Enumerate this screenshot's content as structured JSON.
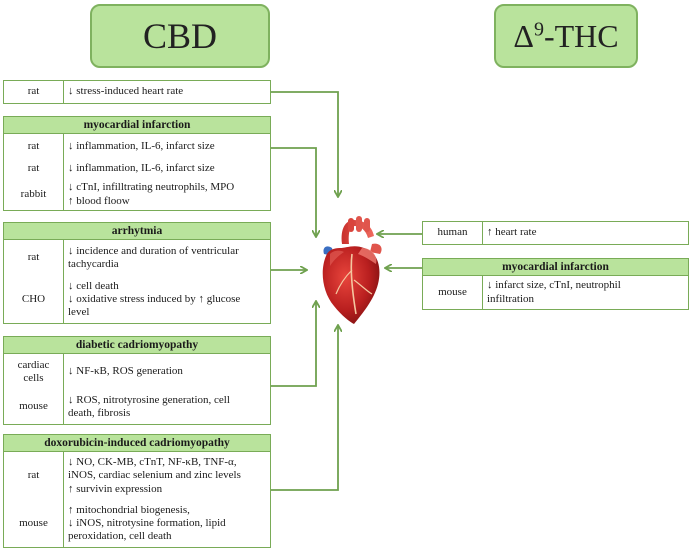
{
  "titles": {
    "cbd": "CBD",
    "thc_prefix": "Δ",
    "thc_sup": "9",
    "thc_suffix": "-THC"
  },
  "cbd_top": {
    "species": "rat",
    "effect": "↓ stress-induced heart rate"
  },
  "myocardial": {
    "header": "myocardial infarction",
    "rows": [
      {
        "species": "rat",
        "effect": "↓ inflammation, IL-6, infarct size"
      },
      {
        "species": "rat",
        "effect": "↓ inflammation, IL-6, infarct size"
      },
      {
        "species": "rabbit",
        "effect": "↓ cTnI, infilltrating neutrophils, MPO\n↑ blood floow"
      }
    ]
  },
  "arrhythmia": {
    "header": "arrhytmia",
    "rows": [
      {
        "species": "rat",
        "effect": "↓ incidence and duration of ventricular\ntachycardia"
      },
      {
        "species": "CHO",
        "effect": "↓ cell death\n↓ oxidative stress induced by ↑ glucose\nlevel"
      }
    ]
  },
  "diabetic": {
    "header": "diabetic cadriomyopathy",
    "rows": [
      {
        "species": "cardiac\ncells",
        "effect": "↓ NF-κB, ROS generation"
      },
      {
        "species": "mouse",
        "effect": "↓ ROS, nitrotyrosine generation, cell\ndeath, fibrosis"
      }
    ]
  },
  "doxorubicin": {
    "header": "doxorubicin-induced cadriomyopathy",
    "rows": [
      {
        "species": "rat",
        "effect": "↓ NO, CK-MB, cTnT, NF-κB, TNF-α,\niNOS, cardiac selenium and zinc levels\n↑ survivin expression"
      },
      {
        "species": "mouse",
        "effect": "↑ mitochondrial biogenesis,\n↓ iNOS, nitrotysine formation, lipid\nperoxidation, cell death"
      }
    ]
  },
  "thc_top": {
    "species": "human",
    "effect": "↑ heart rate"
  },
  "thc_myocardial": {
    "header": "myocardial infarction",
    "rows": [
      {
        "species": "mouse",
        "effect": "↓ infarct size, cTnI, neutrophil\ninfiltration"
      }
    ]
  },
  "colors": {
    "header_green": "#b9e39c",
    "border_green": "#79ab57",
    "arrow_green": "#6fa14f"
  },
  "icons": {
    "center": "heart-icon"
  }
}
